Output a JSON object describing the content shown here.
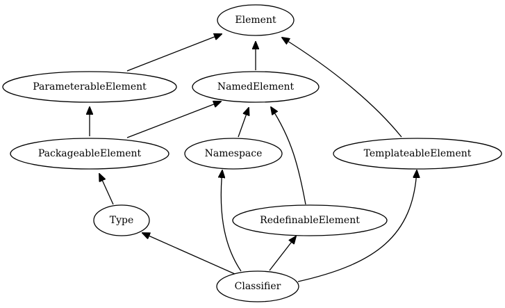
{
  "nodes": {
    "element": "Element",
    "parameterable_element": "ParameterableElement",
    "named_element": "NamedElement",
    "packageable_element": "PackageableElement",
    "namespace": "Namespace",
    "templateable_element": "TemplateableElement",
    "type": "Type",
    "redefinable_element": "RedefinableElement",
    "classifier": "Classifier"
  },
  "edges": [
    {
      "from": "ParameterableElement",
      "to": "Element"
    },
    {
      "from": "NamedElement",
      "to": "Element"
    },
    {
      "from": "TemplateableElement",
      "to": "Element"
    },
    {
      "from": "PackageableElement",
      "to": "ParameterableElement"
    },
    {
      "from": "PackageableElement",
      "to": "NamedElement"
    },
    {
      "from": "Namespace",
      "to": "NamedElement"
    },
    {
      "from": "RedefinableElement",
      "to": "NamedElement"
    },
    {
      "from": "Type",
      "to": "PackageableElement"
    },
    {
      "from": "Classifier",
      "to": "Type"
    },
    {
      "from": "Classifier",
      "to": "Namespace"
    },
    {
      "from": "Classifier",
      "to": "RedefinableElement"
    },
    {
      "from": "Classifier",
      "to": "TemplateableElement"
    }
  ],
  "colors": {
    "stroke": "#000000",
    "fill": "#ffffff",
    "background": "#ffffff"
  }
}
